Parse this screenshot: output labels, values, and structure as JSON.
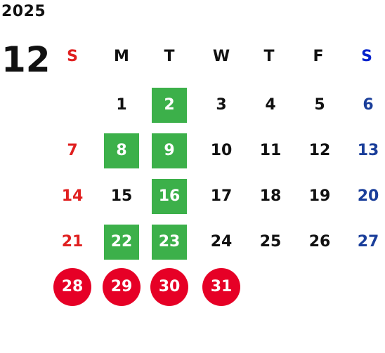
{
  "year": "2025",
  "month": "12",
  "weekdays": [
    "S",
    "M",
    "T",
    "W",
    "T",
    "F",
    "S"
  ],
  "colors": {
    "sunday": "#e02020",
    "saturday": "#1a3e9a",
    "weekday": "#111111",
    "green_highlight": "#3cb04a",
    "red_circle": "#e60026"
  },
  "days": [
    {
      "label": "1",
      "style": "normal"
    },
    {
      "label": "2",
      "style": "green"
    },
    {
      "label": "3",
      "style": "normal"
    },
    {
      "label": "4",
      "style": "normal"
    },
    {
      "label": "5",
      "style": "normal"
    },
    {
      "label": "6",
      "style": "saturday"
    },
    {
      "label": "7",
      "style": "sunday"
    },
    {
      "label": "8",
      "style": "green"
    },
    {
      "label": "9",
      "style": "green"
    },
    {
      "label": "10",
      "style": "normal"
    },
    {
      "label": "11",
      "style": "normal"
    },
    {
      "label": "12",
      "style": "normal"
    },
    {
      "label": "13",
      "style": "saturday"
    },
    {
      "label": "14",
      "style": "sunday"
    },
    {
      "label": "15",
      "style": "normal"
    },
    {
      "label": "16",
      "style": "green"
    },
    {
      "label": "17",
      "style": "normal"
    },
    {
      "label": "18",
      "style": "normal"
    },
    {
      "label": "19",
      "style": "normal"
    },
    {
      "label": "20",
      "style": "saturday"
    },
    {
      "label": "21",
      "style": "sunday"
    },
    {
      "label": "22",
      "style": "green"
    },
    {
      "label": "23",
      "style": "green"
    },
    {
      "label": "24",
      "style": "normal"
    },
    {
      "label": "25",
      "style": "normal"
    },
    {
      "label": "26",
      "style": "normal"
    },
    {
      "label": "27",
      "style": "saturday"
    },
    {
      "label": "28",
      "style": "red"
    },
    {
      "label": "29",
      "style": "red"
    },
    {
      "label": "30",
      "style": "red"
    },
    {
      "label": "31",
      "style": "red"
    }
  ]
}
